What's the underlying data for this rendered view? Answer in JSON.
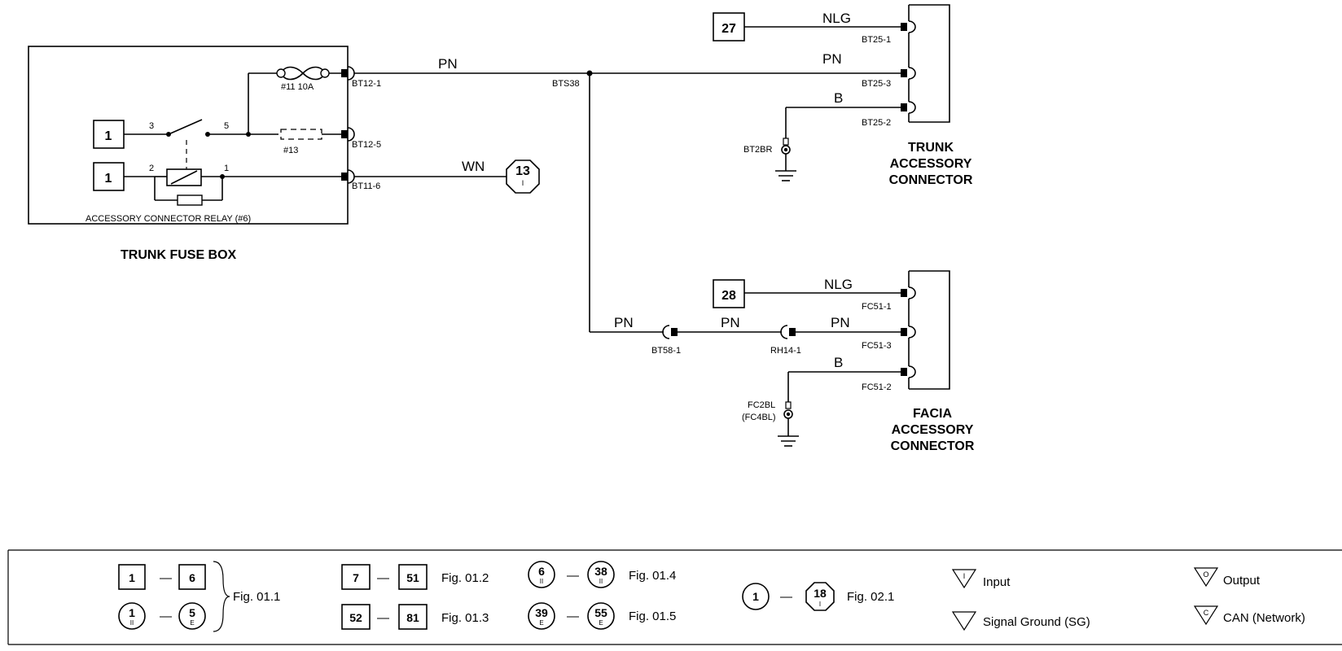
{
  "trunk_fuse_box": {
    "title": "TRUNK FUSE BOX",
    "relay_label": "ACCESSORY CONNECTOR RELAY (#6)",
    "fuse_11": "#11 10A",
    "fuse_13": "#13",
    "terminal_a": "1",
    "terminal_b": "1",
    "pin_3": "3",
    "pin_5": "5",
    "pin_2": "2",
    "pin_1": "1"
  },
  "pins": {
    "bt12_1": "BT12-1",
    "bt12_5": "BT12-5",
    "bt11_6": "BT11-6",
    "bts38": "BTS38",
    "bt25_1": "BT25-1",
    "bt25_3": "BT25-3",
    "bt25_2": "BT25-2",
    "bt2br": "BT2BR",
    "bt58_1": "BT58-1",
    "rh14_1": "RH14-1",
    "fc51_1": "FC51-1",
    "fc51_3": "FC51-3",
    "fc51_2": "FC51-2",
    "fc2bl": "FC2BL",
    "fc4bl": "(FC4BL)"
  },
  "wires": {
    "pn": "PN",
    "wn": "WN",
    "nlg": "NLG",
    "b": "B"
  },
  "refs": {
    "ref_27": "27",
    "ref_28": "28",
    "ref_13": "13",
    "ref_13_sub": "I"
  },
  "trunk_connector": {
    "line1": "TRUNK",
    "line2": "ACCESSORY",
    "line3": "CONNECTOR"
  },
  "facia_connector": {
    "line1": "FACIA",
    "line2": "ACCESSORY",
    "line3": "CONNECTOR"
  },
  "legend": {
    "g1_a": "1",
    "g1_b": "6",
    "g1_c": "1",
    "g1_c_sub": "II",
    "g1_d": "5",
    "g1_d_sub": "E",
    "g1_fig": "Fig. 01.1",
    "g2_a": "7",
    "g2_b": "51",
    "g2_fig": "Fig. 01.2",
    "g3_a": "52",
    "g3_b": "81",
    "g3_fig": "Fig. 01.3",
    "g4_a": "6",
    "g4_a_sub": "II",
    "g4_b": "38",
    "g4_b_sub": "II",
    "g4_fig": "Fig. 01.4",
    "g5_a": "39",
    "g5_a_sub": "E",
    "g5_b": "55",
    "g5_b_sub": "E",
    "g5_fig": "Fig. 01.5",
    "g6_a": "1",
    "g6_b": "18",
    "g6_b_sub": "I",
    "g6_fig": "Fig. 02.1",
    "input_sym": "I",
    "input": "Input",
    "sg": "Signal Ground (SG)",
    "output_sym": "O",
    "output": "Output",
    "can_sym": "C",
    "can": "CAN (Network)",
    "dash": "—"
  }
}
